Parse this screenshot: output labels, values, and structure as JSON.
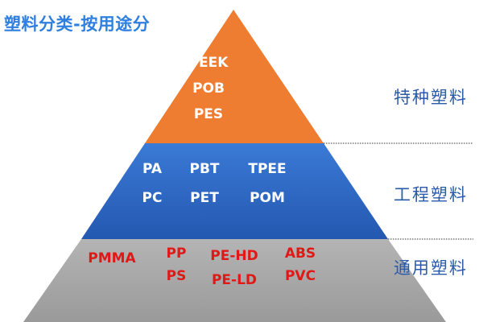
{
  "title": "塑料分类-按用途分",
  "colors": {
    "top_tier": "#ee7d31",
    "middle_tier": "#2e6bc7",
    "bottom_tier": "#a6a6a6",
    "title": "#2e7fe0",
    "tier_name": "#2a5aa8",
    "red_text": "#e01818"
  },
  "tiers": {
    "special": {
      "name": "特种塑料",
      "items": [
        "PEEK",
        "POB",
        "PES"
      ]
    },
    "engineering": {
      "name": "工程塑料",
      "items": [
        "PA",
        "PBT",
        "TPEE",
        "PC",
        "PET",
        "POM"
      ]
    },
    "general": {
      "name": "通用塑料",
      "items": [
        "PMMA",
        "PP",
        "PE-HD",
        "ABS",
        "PS",
        "PE-LD",
        "PVC"
      ]
    }
  }
}
